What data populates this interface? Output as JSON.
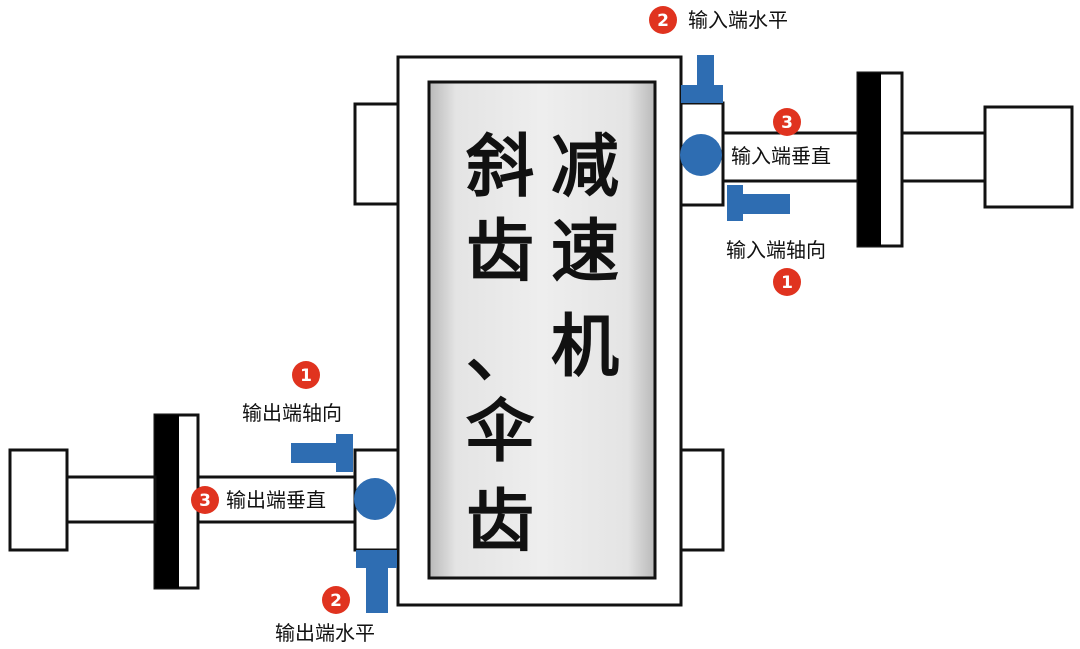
{
  "diagram": {
    "title_chars": [
      "斜",
      "减",
      "齿",
      "速",
      "机",
      "、",
      "伞",
      "齿"
    ],
    "input_labels": {
      "horizontal": "输入端水平",
      "vertical": "输入端垂直",
      "axial": "输入端轴向"
    },
    "output_labels": {
      "axial": "输出端轴向",
      "vertical": "输出端垂直",
      "horizontal": "输出端水平"
    },
    "badges": {
      "in_horizontal": "2",
      "in_vertical": "3",
      "in_axial": "1",
      "out_axial": "1",
      "out_vertical": "3",
      "out_horizontal": "2"
    },
    "colors": {
      "sensor_blue": "#2e6db2",
      "badge_red": "#e0331f",
      "outline": "#111111",
      "coupling_black": "#000000"
    }
  }
}
